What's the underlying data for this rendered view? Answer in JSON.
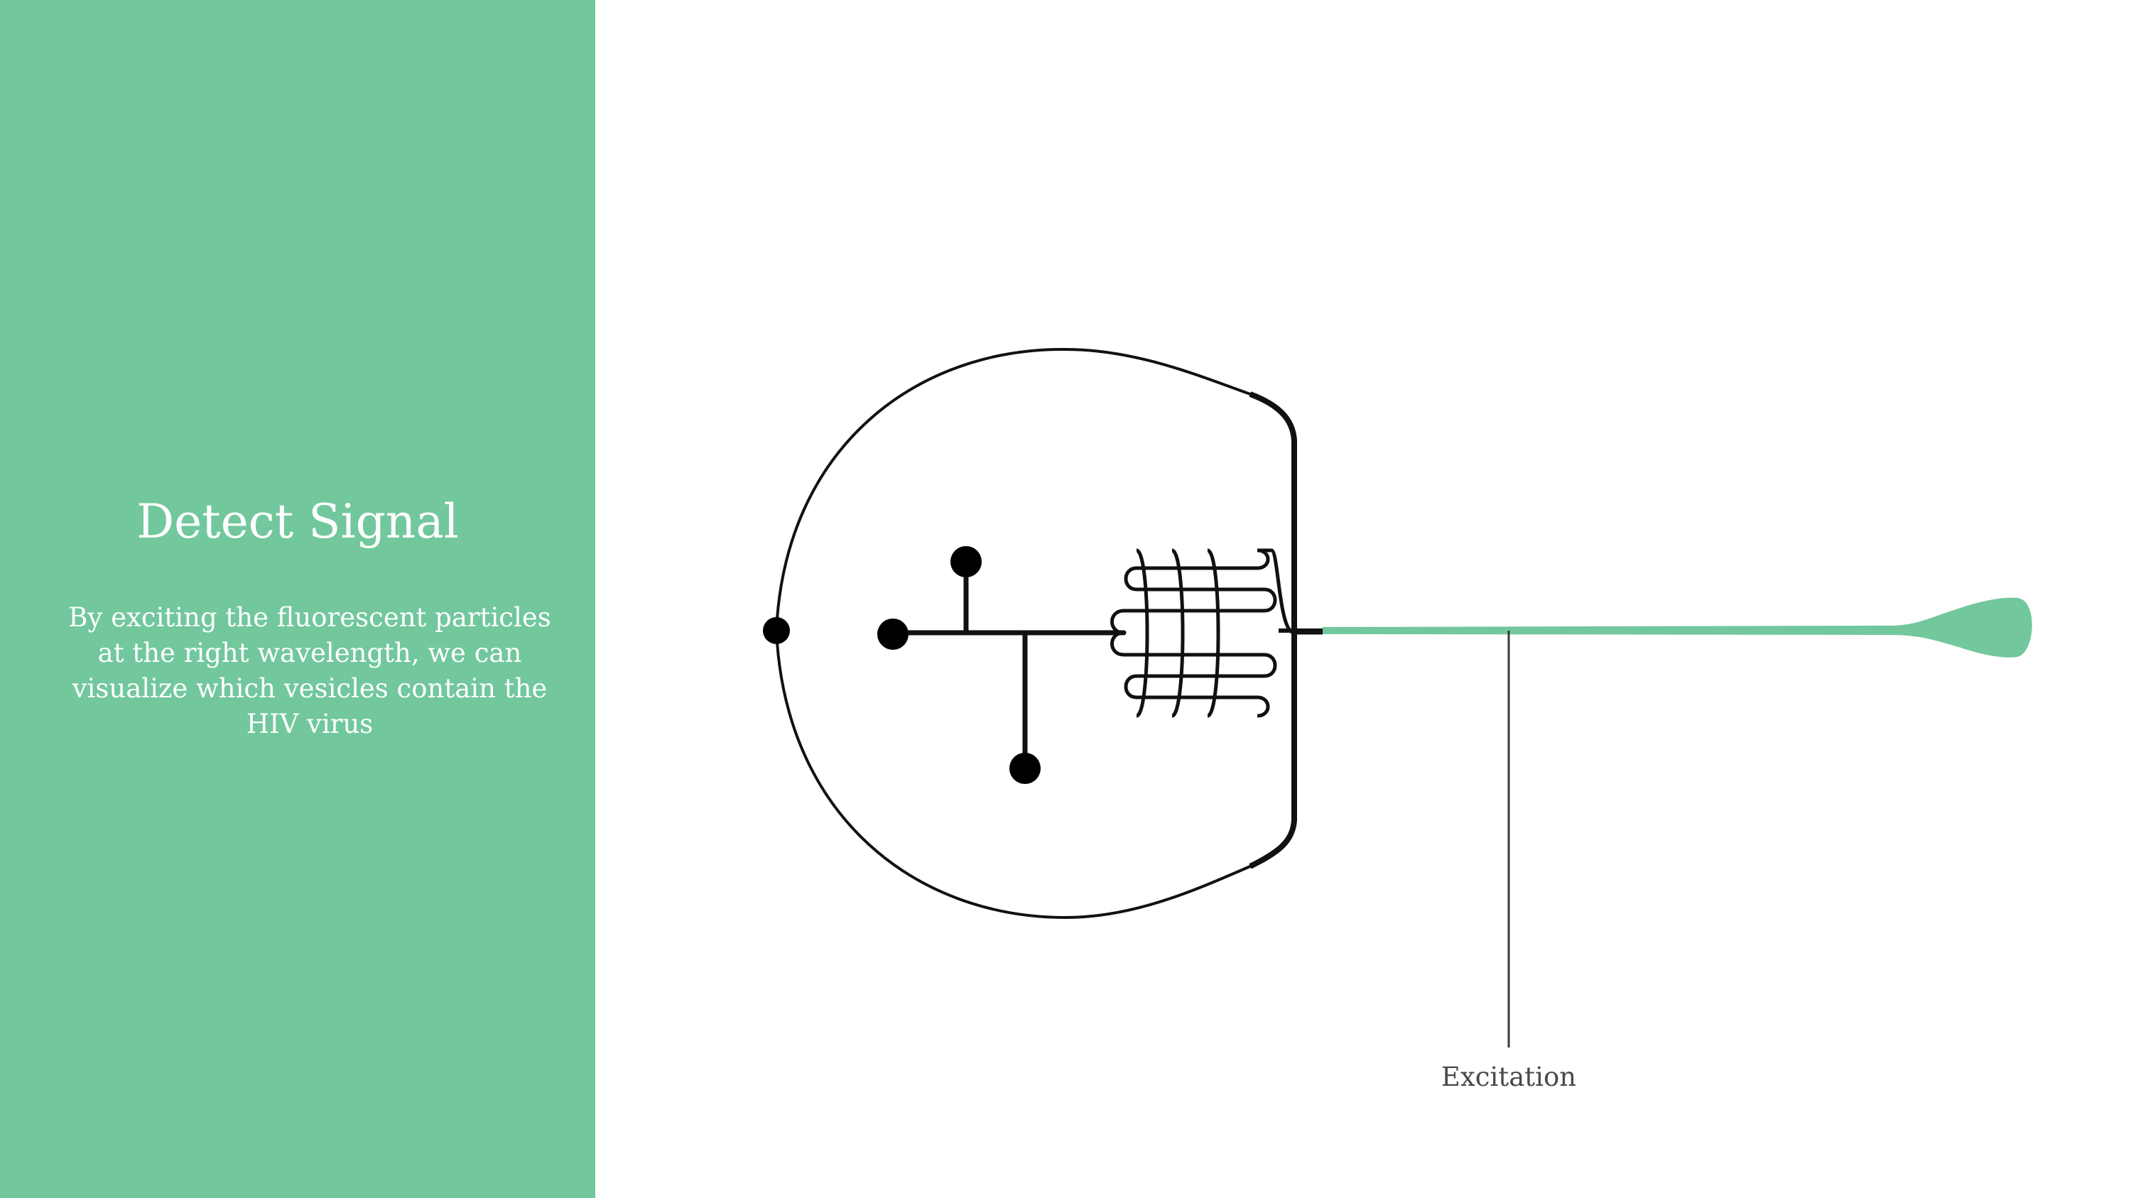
{
  "sidebar": {
    "title": "Detect Signal",
    "description": "By exciting the fluorescent particles at the right wavelength, we can visualize which vesicles contain the HIV virus"
  },
  "diagram": {
    "callout_label": "Excitation",
    "colors": {
      "accent": "#72c79d",
      "chip_outline": "#111111",
      "callout_line": "#3a3a3a",
      "label_text": "#4a4a4a"
    }
  }
}
